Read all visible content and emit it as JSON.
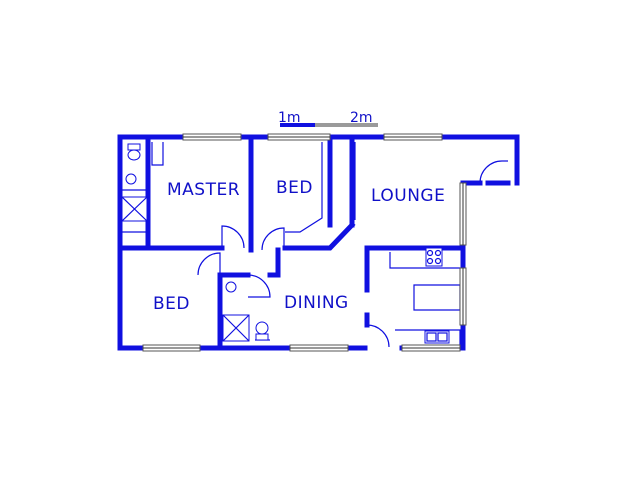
{
  "scale_bar": {
    "label_1": "1m",
    "label_2": "2m"
  },
  "rooms": {
    "master": "MASTER",
    "bed_top": "BED",
    "lounge": "LOUNGE",
    "bed_bottom": "BED",
    "dining": "DINING"
  },
  "colors": {
    "wall": "#1010e0",
    "text": "#1010c8",
    "background": "#ffffff"
  }
}
